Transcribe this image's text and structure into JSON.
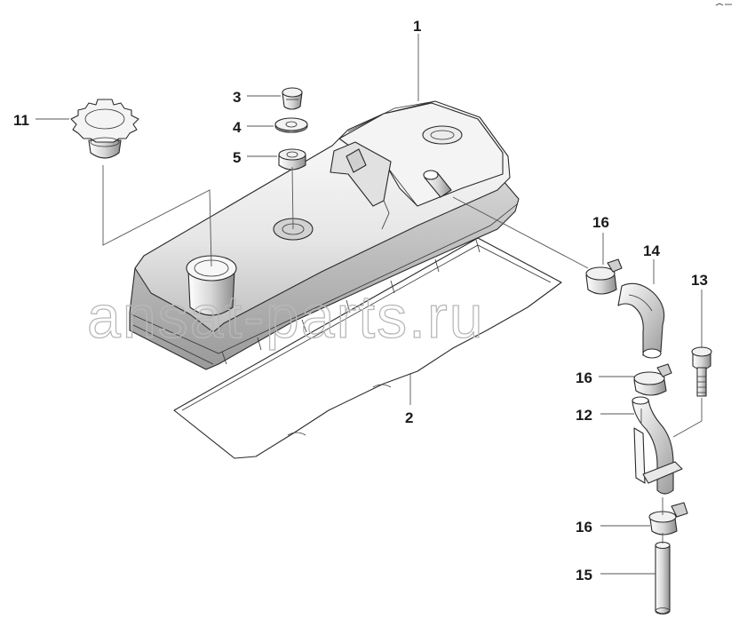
{
  "callouts": {
    "c1": "1",
    "c2": "2",
    "c3": "3",
    "c4": "4",
    "c5": "5",
    "c11": "11",
    "c12": "12",
    "c13": "13",
    "c14": "14",
    "c15": "15",
    "c16a": "16",
    "c16b": "16",
    "c16c": "16"
  },
  "watermark": "ansat-parts.ru"
}
